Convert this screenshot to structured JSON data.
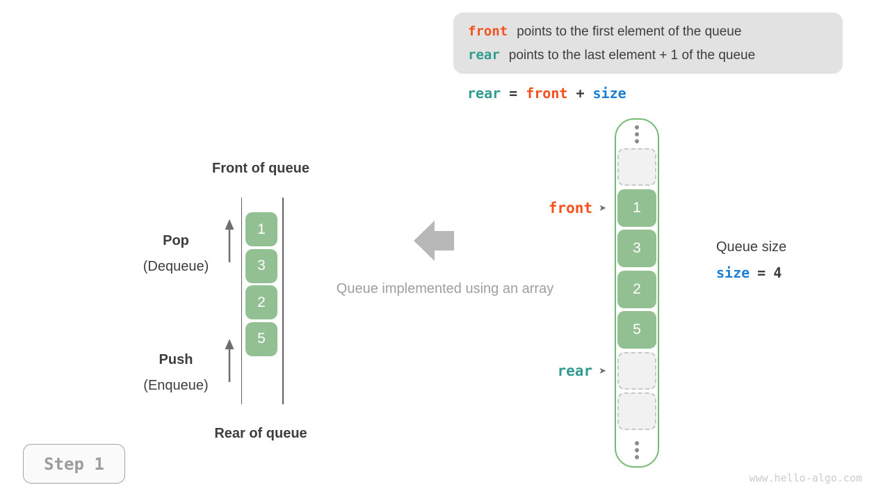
{
  "colors": {
    "ink": "#3d3d3d",
    "orange": "#f4511e",
    "teal": "#2f9c8f",
    "blue": "#1d7fd4",
    "green": "#92c092",
    "green-border": "#74ba74",
    "empty-bg": "#f1f1f1",
    "empty-border": "#c9c9c9",
    "caption-gray": "#9e9e9e",
    "block-arrow-gray": "#b8b8b8",
    "line-gray": "#616161",
    "dot-gray": "#8a8a8a",
    "legend-bg": "#e2e2e2",
    "step-gray": "#9c9c9c",
    "watermark-gray": "#cbcbcb",
    "pointer-arrow-gray": "#6f6f6f"
  },
  "legend": {
    "lines": [
      {
        "code": "front",
        "color": "orange",
        "text": "points to the first element of the queue"
      },
      {
        "code": "rear",
        "color": "teal",
        "text": "points to the last element + 1 of the queue"
      }
    ]
  },
  "formula": {
    "tokens": [
      {
        "text": "rear",
        "color": "teal"
      },
      {
        "text": "=",
        "color": "plain"
      },
      {
        "text": "front",
        "color": "orange"
      },
      {
        "text": "+",
        "color": "plain"
      },
      {
        "text": "size",
        "color": "blue"
      }
    ]
  },
  "left_diagram": {
    "front_label": "Front of queue",
    "rear_label": "Rear of queue",
    "pop": {
      "title": "Pop",
      "subtitle": "(Dequeue)"
    },
    "push": {
      "title": "Push",
      "subtitle": "(Enqueue)"
    },
    "values": [
      "1",
      "3",
      "2",
      "5"
    ]
  },
  "caption": "Queue implemented using an array",
  "right_array": {
    "cells": [
      {
        "type": "dots"
      },
      {
        "type": "empty"
      },
      {
        "type": "value",
        "value": "1",
        "pointer": "front"
      },
      {
        "type": "value",
        "value": "3"
      },
      {
        "type": "value",
        "value": "2"
      },
      {
        "type": "value",
        "value": "5"
      },
      {
        "type": "empty",
        "pointer": "rear"
      },
      {
        "type": "empty"
      },
      {
        "type": "dots"
      }
    ],
    "pointers": {
      "front": {
        "label": "front",
        "color": "orange",
        "arrow_icon": "➤"
      },
      "rear": {
        "label": "rear",
        "color": "teal",
        "arrow_icon": "➤"
      }
    }
  },
  "queue_size": {
    "label": "Queue size",
    "tokens": [
      {
        "text": "size",
        "color": "blue"
      },
      {
        "text": "=",
        "color": "plain"
      },
      {
        "text": "4",
        "color": "plain"
      }
    ]
  },
  "step_badge": "Step 1",
  "watermark": "www.hello-algo.com"
}
